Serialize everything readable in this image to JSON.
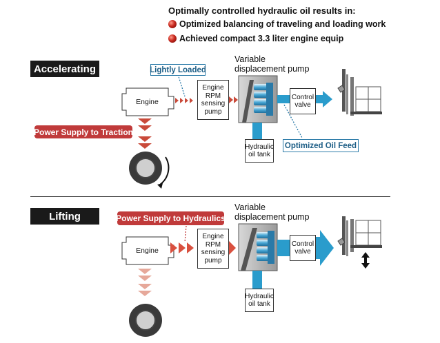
{
  "header": {
    "title": "Optimally controlled hydraulic oil results in:",
    "bullets": [
      "Optimized balancing of traveling and loading work",
      "Achieved compact 3.3 liter engine equip"
    ]
  },
  "sections": {
    "accelerating": {
      "label": "Accelerating",
      "callout_light": "Lightly Loaded",
      "callout_power": "Power Supply to Traction",
      "callout_feed": "Optimized Oil Feed",
      "pump_title": "Variable\ndisplacement pump",
      "engine": "Engine",
      "rpm_pump": "Engine\nRPM\nsensing\npump",
      "control_valve": "Control\nvalve",
      "oil_tank": "Hydraulic\noil tank"
    },
    "lifting": {
      "label": "Lifting",
      "callout_power": "Power Supply to Hydraulics",
      "pump_title": "Variable\ndisplacement pump",
      "engine": "Engine",
      "rpm_pump": "Engine\nRPM\nsensing\npump",
      "control_valve": "Control\nvalve",
      "oil_tank": "Hydraulic\noil tank"
    }
  },
  "colors": {
    "red": "#c03a3a",
    "blue": "#2a9ccc",
    "light_blue": "#7fc7e6",
    "pale_red": "#e6a89a"
  }
}
